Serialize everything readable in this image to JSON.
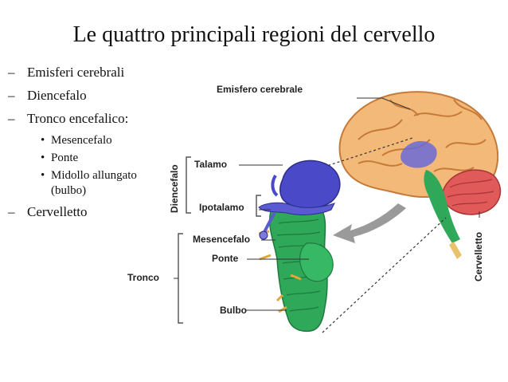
{
  "slide": {
    "title": "Le quattro principali regioni del cervello"
  },
  "bullets": {
    "item1": "Emisferi cerebrali",
    "item2": "Diencefalo",
    "item3": "Tronco encefalico:",
    "sub1": "Mesencefalo",
    "sub2": "Ponte",
    "sub3": "Midollo allungato (bulbo)",
    "item4": "Cervelletto",
    "dash": "–",
    "dot": "•"
  },
  "diagram": {
    "emisfero": "Emisfero cerebrale",
    "talamo": "Talamo",
    "ipotalamo": "Ipotalamo",
    "diencefalo": "Diencefalo",
    "mesencefalo": "Mesencefalo",
    "ponte": "Ponte",
    "bulbo": "Bulbo",
    "tronco": "Tronco",
    "cervelletto": "Cervelletto"
  },
  "colors": {
    "cerebrum": "#f3b978",
    "cerebrum_sulci": "#c57a3a",
    "thalamus": "#4a4ac8",
    "brainstem": "#2fa85a",
    "cerebellum": "#e05a5a",
    "arrow": "#9a9a9a"
  }
}
